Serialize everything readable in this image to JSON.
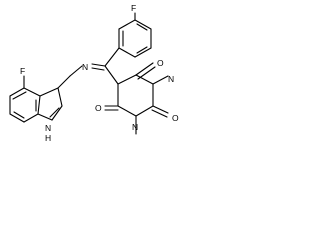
{
  "structure": {
    "atoms": {
      "fluoro_top": "F",
      "imine_n": "N",
      "indole_f": "F",
      "indole_nh_n": "N",
      "indole_nh_h": "H",
      "n1": "N",
      "n3": "N",
      "o_c4": "O",
      "o_c6": "O",
      "o_c2": "O"
    }
  }
}
